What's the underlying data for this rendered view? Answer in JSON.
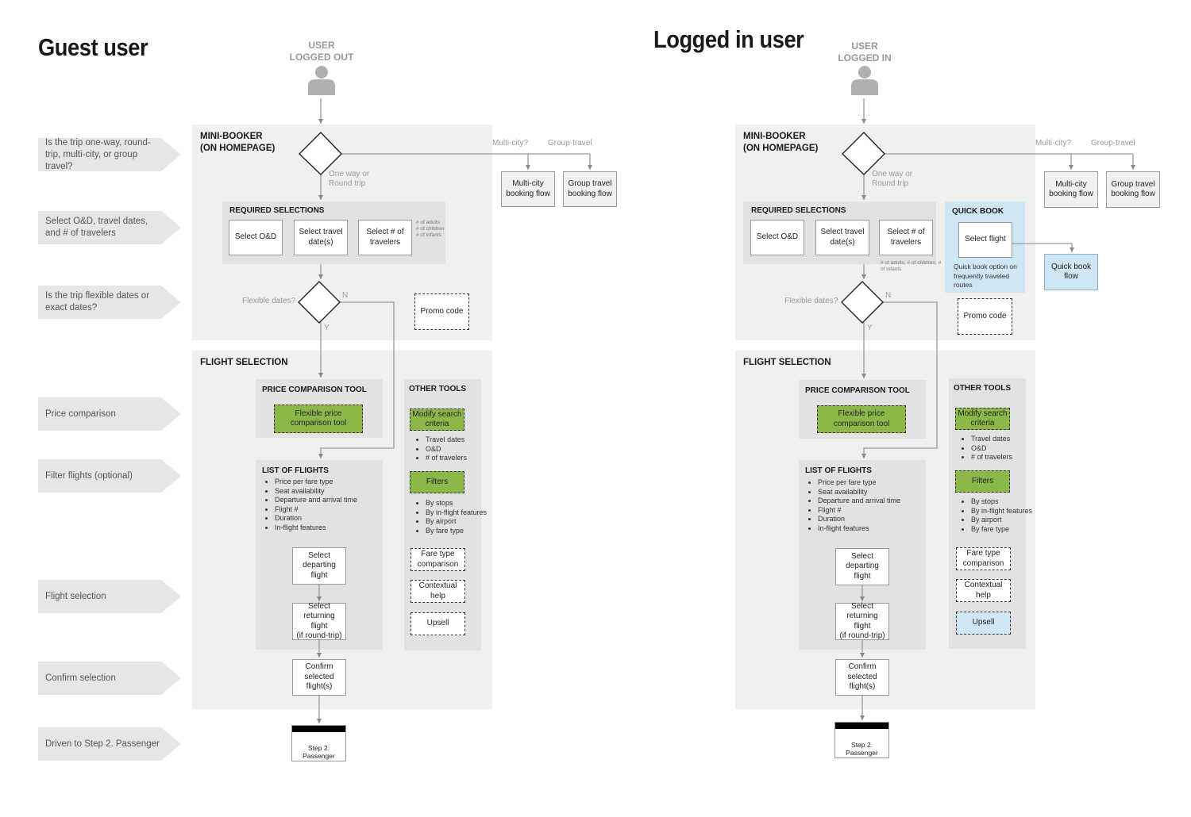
{
  "titles": {
    "guest": "Guest user",
    "logged": "Logged in user"
  },
  "user_labels": {
    "guest": "USER\nLOGGED OUT",
    "logged": "USER\nLOGGED IN"
  },
  "row_labels": [
    "Is the trip one-way, round-trip, multi-city, or group travel?",
    "Select O&D, travel dates, and # of travelers",
    "Is the trip flexible dates or exact dates?",
    "Price comparison",
    "Filter flights (optional)",
    "Flight selection",
    "Confirm selection",
    "Driven to Step 2. Passenger"
  ],
  "guest": {
    "mini_booker": "MINI-BOOKER\n(ON HOMEPAGE)",
    "multi_city_q": "Multi-city?",
    "group_q": "Group-travel",
    "multi_city_flow": "Multi-city\nbooking flow",
    "group_flow": "Group travel\nbooking flow",
    "one_way_label": "One way or\nRound trip",
    "required_title": "REQUIRED SELECTIONS",
    "select_od": "Select O&D",
    "select_dates": "Select travel\ndate(s)",
    "select_travelers": "Select # of\ntravelers",
    "travelers_note": "# of adults\n# of children\n# of infants",
    "flexible_q": "Flexible dates?",
    "n_label": "N",
    "y_label": "Y",
    "promo": "Promo code",
    "flight_selection": "FLIGHT SELECTION",
    "price_tool_title": "PRICE COMPARISON TOOL",
    "flexible_price": "Flexible price\ncomparison tool",
    "other_tools": "OTHER TOOLS",
    "modify_search": "Modify search\ncriteria",
    "modify_items": [
      "Travel dates",
      "O&D",
      "# of travelers"
    ],
    "filters": "Filters",
    "filter_items": [
      "By stops",
      "By in-flight features",
      "By airport",
      "By fare type"
    ],
    "fare_type": "Fare type\ncomparison",
    "contextual_help": "Contextual help",
    "upsell": "Upsell",
    "list_title": "LIST OF FLIGHTS",
    "list_items": [
      "Price per fare type",
      "Seat availability",
      "Departure and arrival time",
      "Flight #",
      "Duration",
      "In-flight features"
    ],
    "select_departing": "Select departing\nflight",
    "select_returning": "Select returning\nflight\n(if round-trip)",
    "confirm": "Confirm\nselected flight(s)",
    "step2": "Step 2. Passenger"
  },
  "logged": {
    "mini_booker": "MINI-BOOKER\n(ON HOMEPAGE)",
    "multi_city_q": "Multi-city?",
    "group_q": "Group-travel",
    "multi_city_flow": "Multi-city\nbooking flow",
    "group_flow": "Group travel\nbooking flow",
    "one_way_label": "One way or\nRound trip",
    "required_title": "REQUIRED SELECTIONS",
    "select_od": "Select O&D",
    "select_dates": "Select travel\ndate(s)",
    "select_travelers": "Select # of\ntravelers",
    "travelers_note": "# of adults, # of children, #\nof infants",
    "quick_book_title": "QUICK BOOK",
    "select_flight": "Select flight",
    "quick_book_note": "Quick book option on\nfrequently traveled\nroutes",
    "quick_book_flow": "Quick book flow",
    "flexible_q": "Flexible dates?",
    "n_label": "N",
    "y_label": "Y",
    "promo": "Promo code",
    "flight_selection": "FLIGHT SELECTION",
    "price_tool_title": "PRICE COMPARISON TOOL",
    "flexible_price": "Flexible price\ncomparison tool",
    "other_tools": "OTHER TOOLS",
    "modify_search": "Modify search\ncriteria",
    "modify_items": [
      "Travel dates",
      "O&D",
      "# of travelers"
    ],
    "filters": "Filters",
    "filter_items": [
      "By stops",
      "By in-flight features",
      "By airport",
      "By fare type"
    ],
    "fare_type": "Fare type\ncomparison",
    "contextual_help": "Contextual help",
    "upsell": "Upsell",
    "list_title": "LIST OF FLIGHTS",
    "list_items": [
      "Price per fare type",
      "Seat availability",
      "Departure and arrival time",
      "Flight #",
      "Duration",
      "In-flight features"
    ],
    "select_departing": "Select departing\nflight",
    "select_returning": "Select returning\nflight\n(if round-trip)",
    "confirm": "Confirm\nselected flight(s)",
    "step2": "Step 2. Passenger"
  },
  "colors": {
    "green": "#8cb84a",
    "blue": "#cfe6f5",
    "panel": "#f0f0f0",
    "subpanel": "#e2e2e2"
  }
}
